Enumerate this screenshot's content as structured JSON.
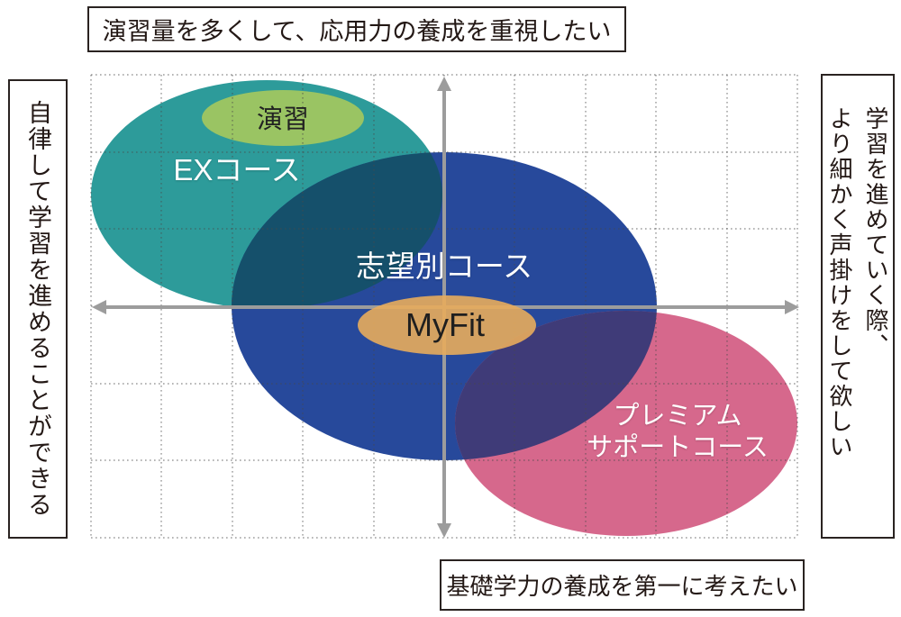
{
  "diagram": {
    "axis_labels": {
      "top": "演習量を多くして、応用力の養成を重視したい",
      "bottom": "基礎学力の養成を第一に考えたい",
      "left": "自律して学習を進めることができる",
      "right_col1": "学習を進めていく際、",
      "right_col2": "より細かく声掛けをして欲しい"
    },
    "courses": {
      "ex": "EXコース",
      "enshu": "演習",
      "shibou": "志望別コース",
      "myfit": "MyFit",
      "premium_line1": "プレミアム",
      "premium_line2": "サポートコース"
    }
  },
  "colors": {
    "teal": "#2D9B9A",
    "green": "#9AC463",
    "blue": "#27499B",
    "pink": "#D6688C",
    "tan": "#E8AC5C",
    "overlap_teal_blue": "#15506B",
    "overlap_blue_pink": "#3F3B78",
    "axis": "#9C9C9C",
    "grid": "#4A4A4A",
    "box_border": "#2A2321",
    "text_dark": "#231815",
    "label_white": "#FFFFFF"
  }
}
